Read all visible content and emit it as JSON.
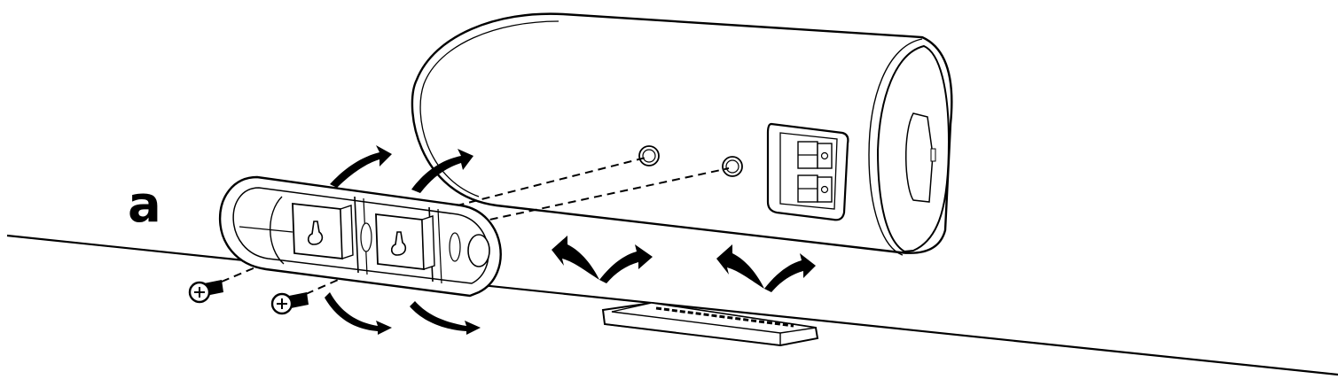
{
  "figure": {
    "step_label": "a",
    "colors": {
      "ink": "#000000",
      "paper": "#ffffff"
    },
    "parts": [
      "wall-line",
      "speaker-body",
      "terminal-panel",
      "keyhole-slot",
      "mounting-bracket",
      "screw",
      "rotation-arrow",
      "rubber-foot"
    ]
  }
}
